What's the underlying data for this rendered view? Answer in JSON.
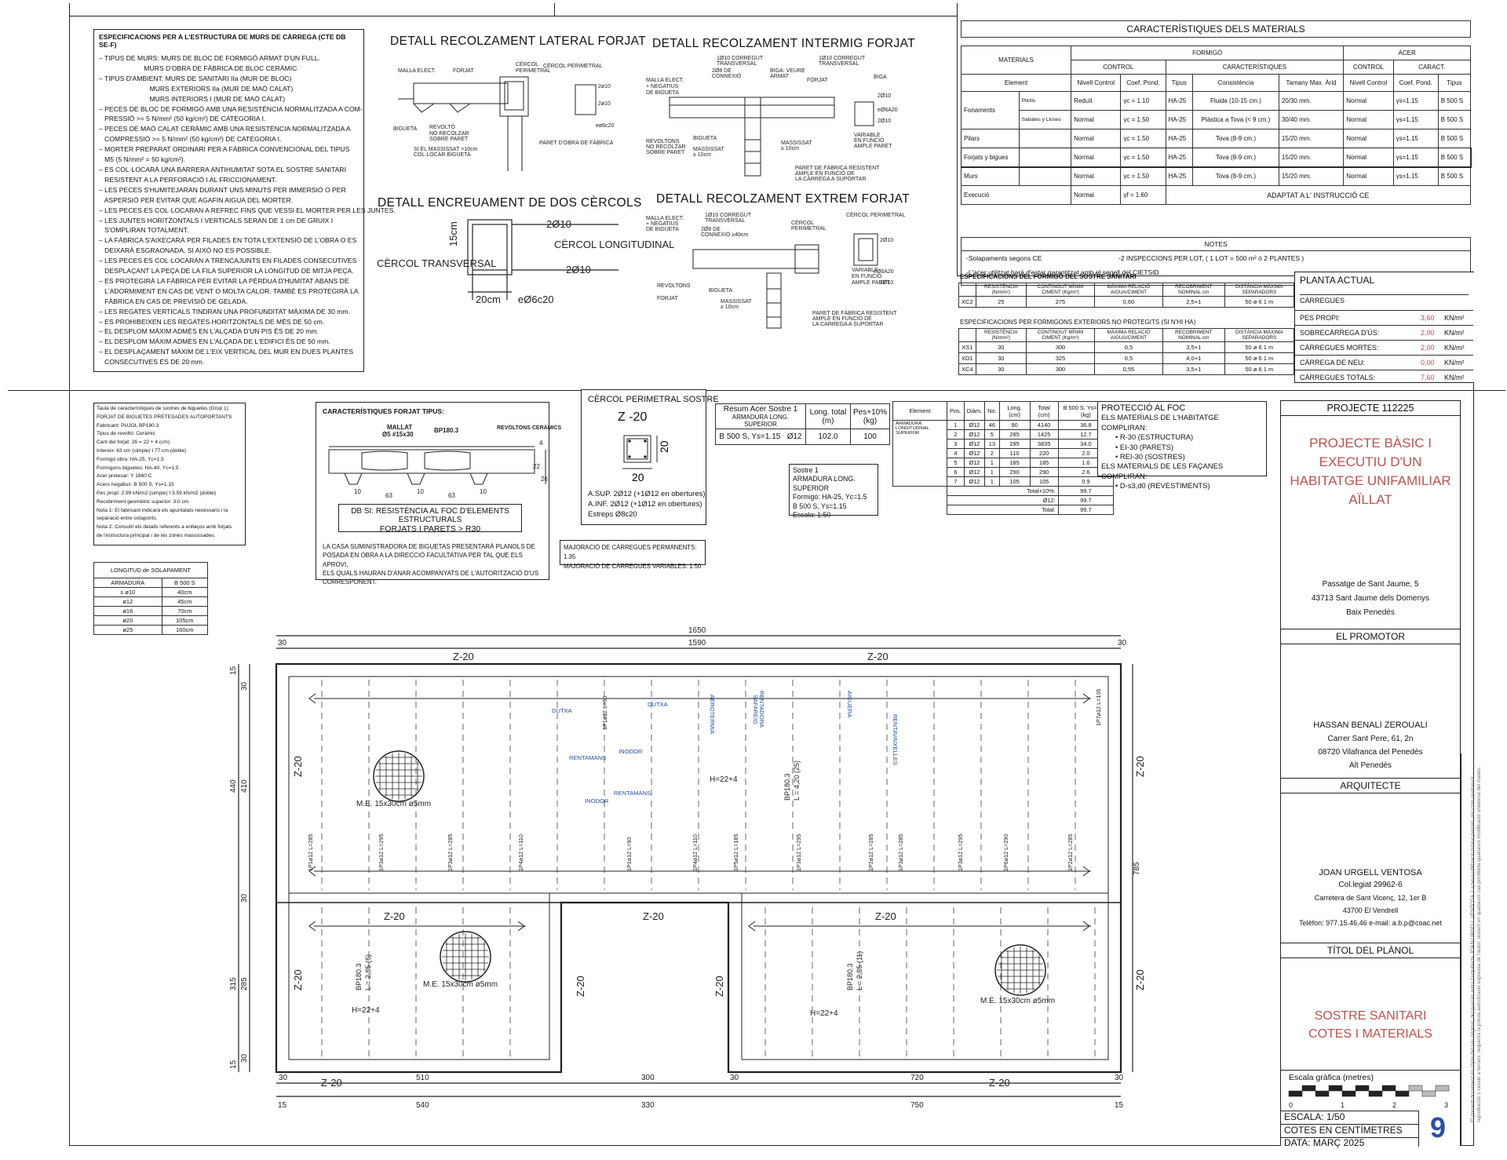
{
  "spec": {
    "title": "ESPECIFICACIONS PER A L'ESTRUCTURA DE MURS DE CÀRREGA (CTE DB SE-F)",
    "items": [
      "– TIPUS DE MURS: MURS DE BLOC DE FORMIGÓ ARMAT D'UN FULL.",
      "                        MURS D'OBRA DE FÀBRICA DE BLOC CERÀMIC",
      "– TIPUS D'AMBIENT: MURS DE SANITARI IIa (MUR DE BLOC)",
      "                           MURS EXTERIORS IIa (MUR DE MAÓ CALAT)",
      "                           MURS INTERIORS I (MUR DE MAÓ CALAT)",
      "– PECES DE BLOC DE FORMIGÓ AMB UNA RESISTÈNCIA NORMALITZADA A COM-",
      "   PRESSIÓ >= 5 N/mm² (50 kg/cm²) DE CATEGORIA I.",
      "– PECES DE MAÓ CALAT CERÀMIC AMB UNA RESISTÈNCIA NORMALITZADA A",
      "   COMPRESSIÓ >= 5 N/mm² (50 kg/cm²) DE CATEGORIA I.",
      "– MORTER PREPARAT ORDINARI PER A FÀBRICA CONVENCIONAL DEL TIPUS",
      "   M5 (5 N/mm² = 50 kg/cm²).",
      "– ES COL·LOCARÀ UNA BARRERA ANTIHUMITAT SOTA EL SOSTRE SANITARI",
      "   RESISTENT A LA PERFORACIÓ I AL FRICCIONAMENT.",
      "– LES PECES S'HUMITEJARAN DURANT UNS MINUTS PER IMMERSIÓ O PER",
      "   ASPERSIÓ PER EVITAR QUE AGAFIN AIGUA DEL MORTER.",
      "– LES PECES ES COL·LOCARAN A REFREC FINS QUE VESSI EL MORTER PER LES JUNTES.",
      "– LES JUNTES HORITZONTALS I VERTICALS SERAN DE 1 cm DE GRUIX I",
      "   S'OMPLIRAN TOTALMENT.",
      "– LA FÀBRICA S'AIXECARÀ PER FILADES EN TOTA L'EXTENSIÓ DE L'OBRA O ES",
      "   DEIXARÀ ESGRAONADA, SI AIXÒ NO ES POSSIBLE.",
      "– LES PECES ES COL·LOCARAN A TRENCAJUNTS EN FILADES CONSECUTIVES",
      "   DESPLAÇANT LA PEÇA DE LA FILA SUPERIOR LA LONGITUD DE MITJA PEÇA.",
      "– ES PROTEGIRÀ LA FÀBRICA PER EVITAR LA PÈRDUA D'HUMITAT ABANS DE",
      "   L'ADORMIMENT EN CAS DE VENT O MOLTA CALOR. TAMBÉ ES PROTEGIRÀ LA",
      "   FÀBRICA EN CAS DE PREVISIÓ DE GELADA.",
      "– LES REGATES VERTICALS TINDRAN UNA PROFUNDITAT MÀXIMA DE 30 mm.",
      "– ES PROHIBEIXEN LES REGATES HORITZONTALS DE MÉS DE 50 cm.",
      "– EL DESPLOM MÀXIM ADMÈS EN L'ALÇADA D'UN PIS ÉS DE 20 mm.",
      "– EL DESPLOM MÀXIM ADMÈS EN L'ALÇADA DE L'EDIFICI ÉS DE 50 mm.",
      "– EL DESPLAÇAMENT MÀXIM DE L'EIX VERTICAL DEL MUR EN DUES PLANTES",
      "   CONSECUTIVES ÉS DE 20 mm."
    ]
  },
  "details": {
    "d1": "DETALL RECOLZAMENT LATERAL FORJAT",
    "d2": "DETALL RECOLZAMENT INTERMIG FORJAT",
    "d3": "DETALL ENCREUAMENT DE DOS CÈRCOLS",
    "d4": "DETALL RECOLZAMENT EXTREM FORJAT",
    "d3_labels": [
      "2Ø10",
      "CÈRCOL LONGITUDINAL",
      "2Ø10",
      "CÈRCOL TRANSVERSAL",
      "20cm",
      "eØ6c20",
      "15cm"
    ]
  },
  "materials": {
    "title": "CARACTERÍSTIQUES DELS MATERIALS",
    "h_materials": "MATERIALS",
    "h_formigo": "FORMIGÓ",
    "h_acer": "ACER",
    "h_control": "CONTROL",
    "h_caract": "CARACTERÍSTIQUES",
    "h_control2": "CONTROL",
    "h_caract2": "CARACT.",
    "cols": [
      "Element",
      "Nivell Control",
      "Coef. Pond.",
      "Tipus",
      "Consistència",
      "Tamany Max. Àrid",
      "Nivell Control",
      "Coef. Pond.",
      "Tipus"
    ],
    "rows": [
      [
        "Fonaments",
        "Pilotis",
        "Reduït",
        "γc = 1.10",
        "HA-25",
        "Fluida (10-15 cm.)",
        "20/30 mm.",
        "Normal",
        "γs=1.15",
        "B 500 S"
      ],
      [
        "",
        "Sabates y Lloses",
        "Normal",
        "γc = 1.50",
        "HA-25",
        "Plàstica a Tova (< 9 cm.)",
        "30/40 mm.",
        "Normal",
        "γs=1.15",
        "B 500 S"
      ],
      [
        "Pilars",
        "",
        "Normal",
        "γc = 1.50",
        "HA-25",
        "Tova (8-9 cm.)",
        "15/20 mm.",
        "Normal",
        "γs=1.15",
        "B 500 S"
      ],
      [
        "Forjats y bigues",
        "",
        "Normal",
        "γc = 1.50",
        "HA-25",
        "Tova (8-9 cm.)",
        "15/20 mm.",
        "Normal",
        "γs=1.15",
        "B 500 S"
      ],
      [
        "Murs",
        "",
        "Normal",
        "γc = 1.50",
        "HA-25",
        "Tova (8-9 cm.)",
        "15/20 mm.",
        "Normal",
        "γs=1.15",
        "B 500 S"
      ]
    ],
    "exec_label": "Execució",
    "exec_control": "Normal",
    "exec_coef": "γf = 1.60",
    "exec_note": "ADAPTAT A L' INSTRUCCIÓ CE",
    "notes_title": "NOTES",
    "note1_left": "-Solapaments segons CE",
    "note1_right": "-2 INSPECCIONS PER LOT, ( 1 LOT = 500 m² ó 2 PLANTES )",
    "note2": "-L'acer utilitzat harà d'estar garantitzat amb el segell del CIETSID"
  },
  "sanitari": {
    "title": "ESPECIFICACIONS DEL FORMIGÓ DEL SOSTRE SANITARI",
    "cols": [
      "RESISTÈNCIA (N/mm²)",
      "CONTINGUT MÍNIM CIMENT (Kg/m³)",
      "MÀXIMA RELACIÓ AIGUA/CIMENT",
      "RECOBRIMENT NOMINAL cm",
      "DISTÀNCIA MÀXIMA SEPARADORS"
    ],
    "rows": [
      [
        "XC2",
        "25",
        "275",
        "0,60",
        "2,5+1",
        "50 ø 6 1 m"
      ]
    ],
    "title2": "ESPECIFICACIONS PER FORMIGONS EXTERIORS NO PROTEGITS (SI N'HI HA)",
    "rows2": [
      [
        "XS1",
        "30",
        "300",
        "0,5",
        "3,5+1",
        "50 ø 6 1 m"
      ],
      [
        "XD1",
        "30",
        "325",
        "0,5",
        "4,0+1",
        "50 ø 6 1 m"
      ],
      [
        "XC4",
        "30",
        "300",
        "0,55",
        "3,5+1",
        "50 ø 6 1 m"
      ]
    ]
  },
  "planta": {
    "title": "PLANTA ACTUAL",
    "carregues": "CÀRREGUES",
    "rows": [
      [
        "PES PROPI:",
        "3,60",
        "KN/m²"
      ],
      [
        "SOBRECÀRREGA D'ÚS:",
        "2,00",
        "KN/m²"
      ],
      [
        "CÀRREGUES MORTES:",
        "2,00",
        "KN/m²"
      ],
      [
        "CÀRREGA DE NEU:",
        "0,00",
        "KN/m²"
      ],
      [
        "CÀRREGUES TOTALS:",
        "7,60",
        "KN/m²"
      ]
    ]
  },
  "taula": {
    "lines": [
      "Taula de característiques de sostres de biguetes (Grup 1)",
      "FORJAT DE BIGUETES PRETESADES AUTOPORTANTS",
      "Fabricant: PUJOL BP180.3",
      "Tipus de revoltó: Ceràmic",
      "Cant del forjat: 26 = 22 + 4 (cm)",
      "Intereix: 63 cm (simple) I 77 cm (doble)",
      "Formigó obra: HA-25, Yc=1.5",
      "Formigons biguetes: HA-40, Yc=1.5",
      "Acer pretesar: Y 1860 C",
      "Acers negatius: B 500 S, Ys=1.15",
      "Pes propi: 2.99 kN/m2 (simple) I 3.59 kN/m2 (doble)",
      "Recobriment geomètric superior: 3.0 cm",
      "Nota 1: El fabricant indicarà els apuntalats necessaris i la",
      "separació entre sotaponts.",
      "Nota 2: Consultí els detalls referents a enllaços amb forjats",
      "de l'estructura principal i de les zones massissades."
    ]
  },
  "solapament": {
    "title": "LONGITUD de SOLAPAMENT",
    "h1": "ARMADURA",
    "h2": "B 500 S",
    "rows": [
      [
        "≤ ø10",
        "40cm"
      ],
      [
        "ø12",
        "45cm"
      ],
      [
        "ø16",
        "70cm"
      ],
      [
        "ø20",
        "105cm"
      ],
      [
        "ø25",
        "160cm"
      ]
    ]
  },
  "forjat_tipus": {
    "title": "CARACTERÍSTIQUES FORJAT TIPUS:",
    "mallat": "MALLAT",
    "mallat2": "Ø5 #15x30",
    "bp": "BP180.3",
    "revoltons": "REVOLTONS CERÀMICS",
    "dims": [
      "10",
      "63",
      "10",
      "63",
      "10",
      "22",
      "26",
      "4"
    ],
    "db_title": "DB SI: RESISTÈNCIA AL FOC D'ELEMENTS ESTRUCTURALS",
    "db_sub": "FORJATS I PARETS > R30",
    "casa": [
      "LA CASA SUMINISTRADORA DE BIGUETAS PRESENTARÀ PLANOLS DE",
      "POSADA EN OBRA A LA DIRECCIÓ FACULTATIVA PER TAL QUE ELS APROVI,",
      "ELS QUALS HAURAN D'ANAR ACOMPANYATS DE L'AUTORITZACIÓ D'US",
      "CORRESPONENT."
    ]
  },
  "cercol": {
    "title": "CÈRCOL PERIMETRAL SOSTRE",
    "z": "Z -20",
    "d20a": "20",
    "d20b": "20",
    "l1": "A.SUP. 2Ø12 (+1Ø12 en obertures)",
    "l2": "A.INF. 2Ø12 (+1Ø12 en obertures)",
    "l3": "Estreps  Ø8c20"
  },
  "majoracio": {
    "l1": "MAJORACIÓ DE CÀRREGUES PERMANENTS: 1.35",
    "l2": "MAJORACIÓ DE CÀRREGUES VARIABLES: 1.50"
  },
  "resum": {
    "h1": "Resum Acer Sostre 1",
    "h1b": "ARMADURA LONG. SUPERIOR",
    "h2": "Long. total (m)",
    "h3": "Pes+10% (kg)",
    "r1": "B 500 S, Ys=1.15",
    "r1b": "Ø12",
    "r2": "102.0",
    "r3": "100"
  },
  "sostre1": {
    "lines": [
      "Sostre 1",
      "ARMADURA LONG. SUPERIOR",
      "Formigó: HA-25, Yc=1.5",
      "B 500 S, Ys=1.15",
      "Escala: 1:50"
    ]
  },
  "elements": {
    "cols": [
      "Element",
      "Pos.",
      "Diàm.",
      "No.",
      "Long. (cm)",
      "Total (cm)",
      "B 500 S, Ys=1.15 (kg)"
    ],
    "label": "ARMADURA LONGITUDINAL SUPERIOR",
    "rows": [
      [
        "1",
        "Ø12",
        "46",
        "90",
        "4140",
        "36.8"
      ],
      [
        "2",
        "Ø12",
        "5",
        "285",
        "1425",
        "12.7"
      ],
      [
        "3",
        "Ø12",
        "13",
        "295",
        "3835",
        "34.0"
      ],
      [
        "4",
        "Ø12",
        "2",
        "110",
        "220",
        "2.0"
      ],
      [
        "5",
        "Ø12",
        "1",
        "185",
        "185",
        "1.6"
      ],
      [
        "6",
        "Ø12",
        "1",
        "290",
        "290",
        "2.6"
      ],
      [
        "7",
        "Ø12",
        "1",
        "105",
        "105",
        "0.9"
      ]
    ],
    "total10": "Total+10%:",
    "total10v": "99.7",
    "o12": "Ø12:",
    "o12v": "99.7",
    "total": "Total:",
    "totalv": "99.7"
  },
  "foc": {
    "title": "PROTECCIÓ AL FOC",
    "l1": "ELS MATERIALS DE L'HABITATGE COMPLIRAN:",
    "l2": "• R-30 (ESTRUCTURA)",
    "l3": "• EI-30 (PARETS)",
    "l4": "• REI-30 (SOSTRES)",
    "l5": "ELS MATERIALS DE LES FAÇANES COMPLIRAN:",
    "l6": "• D-s3,d0 (REVESTIMENTS)"
  },
  "cajetin": {
    "projecte": "PROJECTE 112225",
    "titol1": "PROJECTE BÀSIC I",
    "titol2": "EXECUTIU D'UN",
    "titol3": "HABITATGE UNIFAMILIAR",
    "titol4": "AÏLLAT",
    "adr1": "Passatge de Sant Jaume, 5",
    "adr2": "43713 Sant Jaume dels Domenys",
    "adr3": "Baix Penedès",
    "promotor_h": "EL PROMOTOR",
    "prom1": "HASSAN BENALI ZEROUALI",
    "prom2": "Carrer Sant Pere, 61, 2n",
    "prom3": "08720 Vilafranca del Penedès",
    "prom4": "Alt Penedès",
    "arq_h": "ARQUITECTE",
    "arq1": "JOAN URGELL VENTOSA",
    "arq2": "Col.legiat 29962-6",
    "arq3": "Carretera de Sant Vicenç, 12, 1er B",
    "arq4": "43700 El Vendrell",
    "arq5": "Telèfon: 977.15.46.46   e-mail: a.b.p@coac.net",
    "titol_h": "TÍTOL DEL PLÀNOL",
    "pl1": "SOSTRE SANITARI",
    "pl2": "COTES I MATERIALS",
    "escala_g": "Escala gràfica (metres)",
    "ticks": [
      "0",
      "1",
      "2",
      "3"
    ],
    "escala": "ESCALA: 1/50",
    "cotes": "COTES EN CENTÍMETRES",
    "data": "DATA: MARÇ 2025",
    "num": "9",
    "vertical": "El present document és còpia del seu original, del qual és autor l'arquitecte JOAN URGELL VENTOSA. La seva utilització total o parcial, així com qualsevol reproducció o cessió a tercers, requerirà la prèvia autorització expressa de l'autor, restant en qualsevol cas prohibida qualsevol modificació unilateral del mateix."
  },
  "plan": {
    "dim_top_outer": "1650",
    "dim_top_inner": "1590",
    "dim_30": "30",
    "zlabel": "Z-20",
    "left_dims": [
      "15",
      "30",
      "440",
      "410",
      "30",
      "315",
      "285",
      "30",
      "15"
    ],
    "right_dim": "785",
    "bottom_inner": [
      "30",
      "510",
      "300",
      "30",
      "720",
      "30"
    ],
    "bottom_outer": [
      "15",
      "540",
      "330",
      "750",
      "15"
    ],
    "rooms": [
      "DUTXA",
      "DUTXA",
      "RENTAMANS",
      "INODOR",
      "INODOR",
      "RENTAMANS",
      "AEROTERMIA",
      "SAFAREIG",
      "RENTADORA",
      "AIGUERA",
      "RENTAVAIXELLES"
    ],
    "me": "M.E. 15x30cm  ø5mm",
    "h": "H=22+4",
    "bp1": "BP180.3",
    "bp1l": "L = 4,20 (25)",
    "bp2": "BP180.3",
    "bp2l": "L = 2,85 (6)",
    "bp3": "BP180.3",
    "bp3l": "L = 2,85 (11)",
    "bars_top": [
      "1P1ø12 L=285",
      "1P3ø12 L=295",
      "1P3ø12 L=285",
      "1P4ø12 L=110",
      "1P1ø12 L=90",
      "1P4ø12 L=110",
      "1P5ø12 L=185",
      "1P3ø12 L=295",
      "1P2ø12 L=285",
      "1P3ø12 L=285",
      "1P3ø12 L=295",
      "1P6ø12 L=290",
      "1P2ø12 L=285"
    ],
    "bars_mid": [
      "1P1ø12 L=90",
      "1P7ø12 L=105"
    ]
  }
}
